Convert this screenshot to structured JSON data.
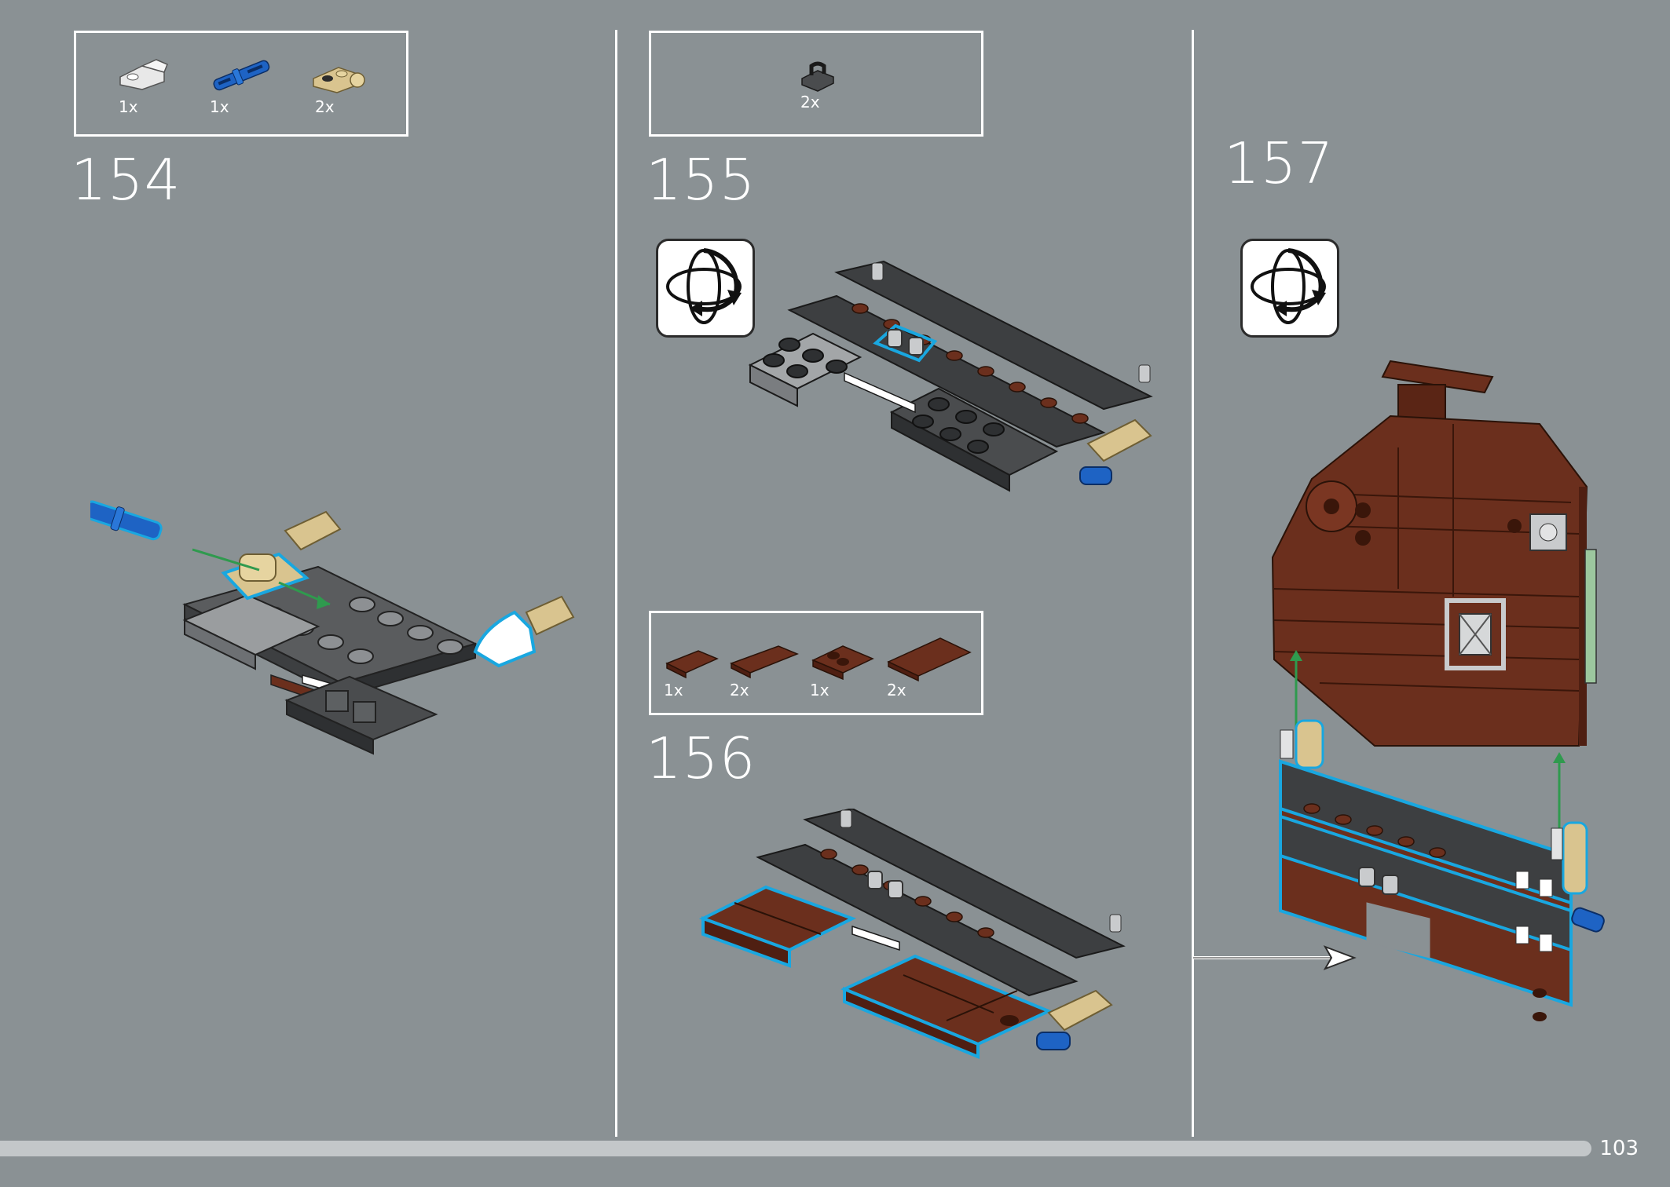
{
  "page": {
    "number": "103"
  },
  "steps": [
    {
      "number": "154",
      "parts": [
        {
          "qty": "1x",
          "icon": "white-curved-slope-icon"
        },
        {
          "qty": "1x",
          "icon": "blue-technic-pin-icon"
        },
        {
          "qty": "2x",
          "icon": "tan-clip-plate-icon"
        }
      ]
    },
    {
      "number": "155",
      "parts": [
        {
          "qty": "2x",
          "icon": "dark-grey-clip-icon"
        }
      ],
      "rotate_icon": "rotate-model-icon"
    },
    {
      "number": "156",
      "parts": [
        {
          "qty": "1x",
          "icon": "brown-tile-1x2-icon"
        },
        {
          "qty": "2x",
          "icon": "brown-tile-1x4-icon"
        },
        {
          "qty": "1x",
          "icon": "brown-jumper-plate-icon"
        },
        {
          "qty": "2x",
          "icon": "brown-tile-2x4-icon"
        }
      ]
    },
    {
      "number": "157",
      "rotate_icon": "rotate-model-icon"
    }
  ],
  "colors": {
    "background": "#8a9194",
    "highlight": "#19a7e0",
    "brown": "#6b2f1d",
    "dark_grey": "#3d3f41",
    "tan": "#d9c48f",
    "blue": "#1e63c4",
    "arrow_green": "#2f9a4e"
  }
}
